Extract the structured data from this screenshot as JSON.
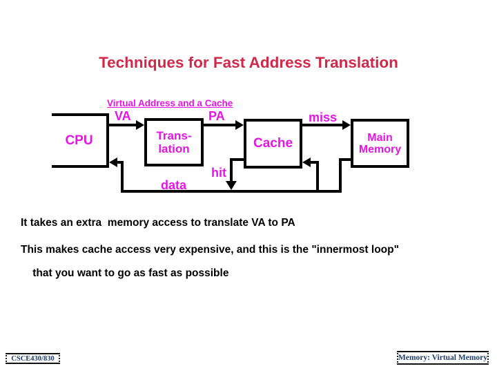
{
  "slide": {
    "title": "Techniques for Fast Address Translation",
    "diagram": {
      "subtitle": "Virtual Address and a Cache",
      "boxes": {
        "cpu": "CPU",
        "translation_line1": "Trans-",
        "translation_line2": "lation",
        "cache": "Cache",
        "main_memory_line1": "Main",
        "main_memory_line2": "Memory"
      },
      "labels": {
        "va": "VA",
        "pa": "PA",
        "miss": "miss",
        "hit": "hit",
        "data": "data"
      }
    },
    "body": {
      "line1": "It takes an extra  memory access to translate VA to PA",
      "para2_line1": "This makes cache access very expensive, and this is the \"innermost loop\"",
      "para2_line2": "that you want to go as fast as possible"
    },
    "footer": {
      "left": "CSCE430/830",
      "right": "Memory: Virtual Memory"
    },
    "colors": {
      "title_red": "#d02848",
      "label_magenta": "#e614e6",
      "line_black": "#000000",
      "footer_navy": "#1d3c6e",
      "background": "#ffffff"
    }
  }
}
